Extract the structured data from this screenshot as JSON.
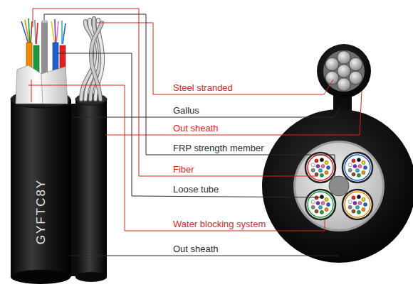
{
  "diagram": {
    "labels": [
      "GYFTC8Y",
      "Steel stranded",
      "Gallus",
      "Out sheath",
      "FRP strength member",
      "Fiber",
      "Loose tube",
      "Water blocking system",
      "Out sheath"
    ]
  }
}
